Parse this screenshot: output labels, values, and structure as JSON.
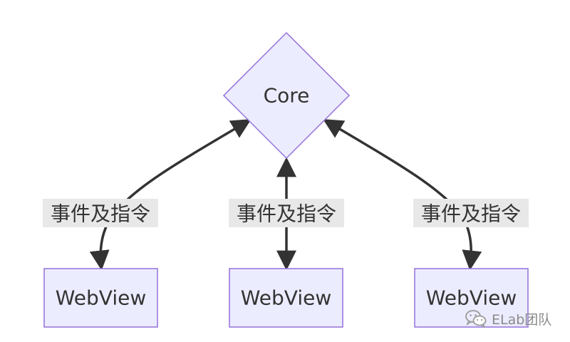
{
  "diagram": {
    "core": {
      "label": "Core"
    },
    "webviews": [
      {
        "label": "WebView"
      },
      {
        "label": "WebView"
      },
      {
        "label": "WebView"
      }
    ],
    "edges": [
      {
        "label": "事件及指令",
        "direction": "bidirectional"
      },
      {
        "label": "事件及指令",
        "direction": "bidirectional"
      },
      {
        "label": "事件及指令",
        "direction": "bidirectional"
      }
    ],
    "colors": {
      "node_fill": "#ECECFF",
      "node_stroke": "#9370DB",
      "edge": "#333333",
      "edge_label_bg": "#E8E8E8"
    }
  },
  "watermark": {
    "icon": "wechat-icon",
    "text": "ELab团队"
  }
}
